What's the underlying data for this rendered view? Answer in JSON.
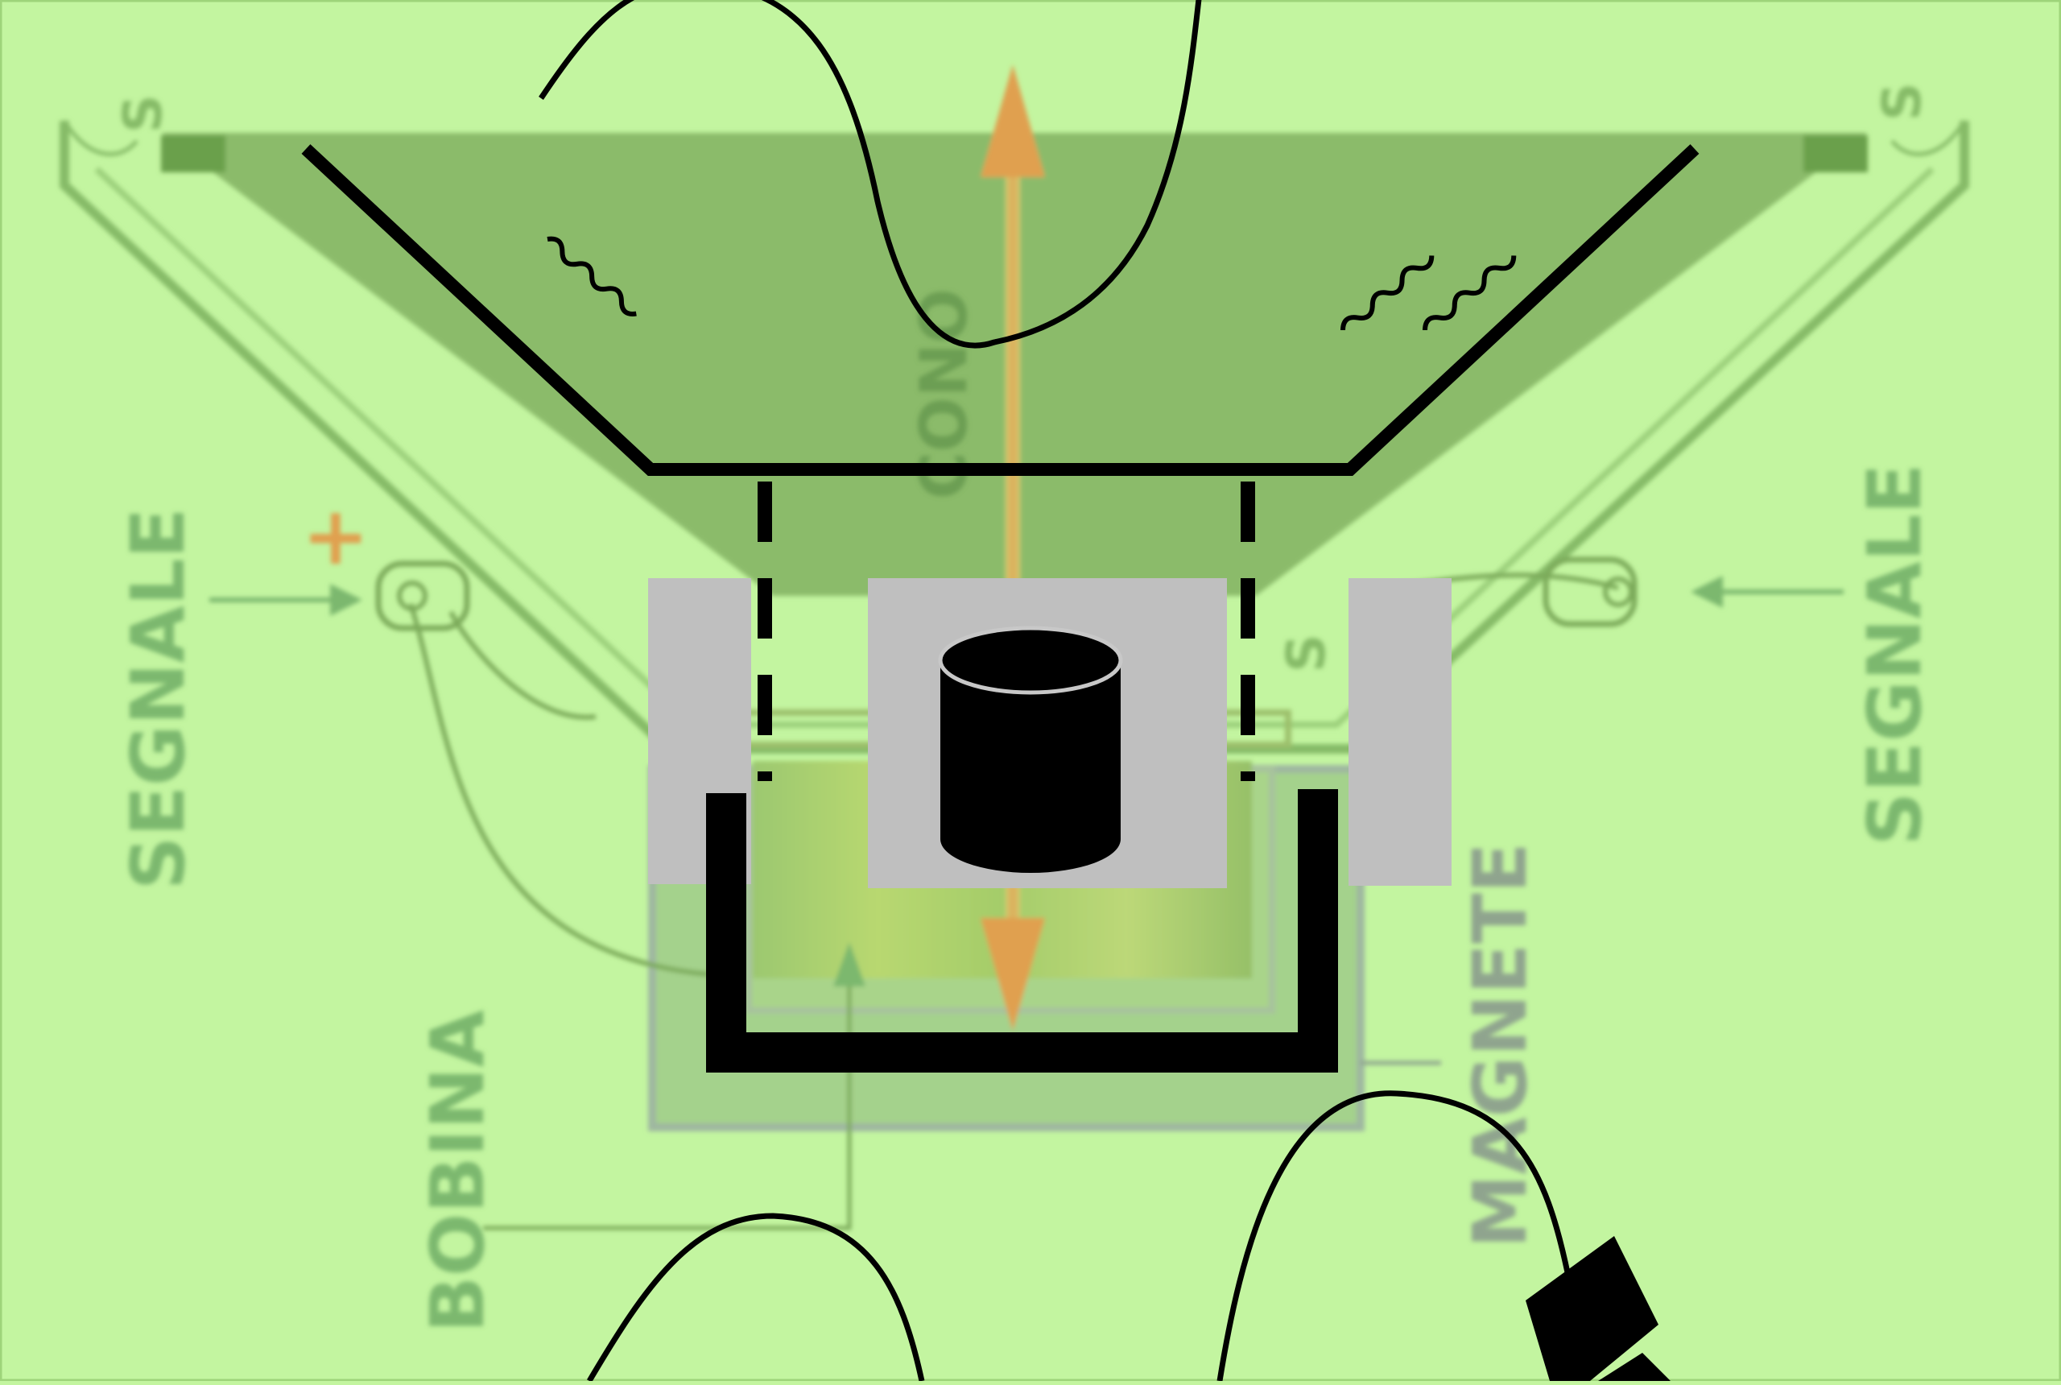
{
  "diagram": {
    "labels": {
      "cone": "CONO",
      "signal_left": "SEGNALE",
      "signal_right": "SEGNALE",
      "coil": "BOBINA",
      "magnet": "MAGNETE",
      "suspension_left": "S",
      "suspension_right": "S",
      "suspension_center": "S",
      "polarity_plus": "+"
    },
    "colors": {
      "background": "#c3f5a0",
      "cone_fill": "#8bbb6a",
      "basket_line": "#7fb05a",
      "label_green": "#7cb86e",
      "label_gray": "#8fa48e",
      "arrow_orange": "#e0a050",
      "block_gray": "#bfbfbf",
      "ink": "#000000"
    },
    "icons": [
      "cylinder-icon",
      "plug-icon",
      "arrow-up-icon",
      "arrow-down-icon"
    ]
  }
}
